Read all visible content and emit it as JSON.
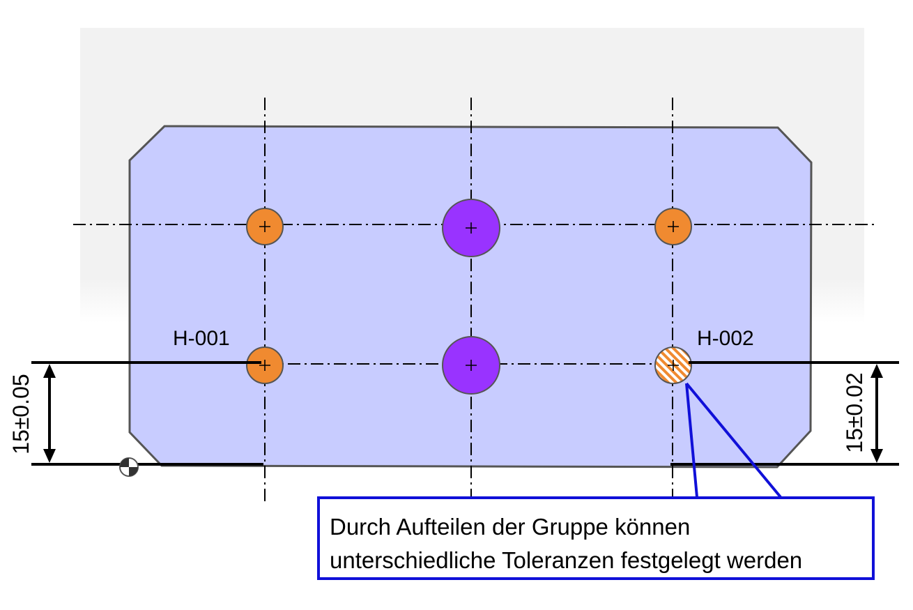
{
  "labels": {
    "hole_left": "H-001",
    "hole_right": "H-002",
    "dim_left": "15±0.05",
    "dim_right": "15±0.02"
  },
  "callout": {
    "line1": "Durch Aufteilen der Gruppe können",
    "line2": "unterschiedliche Toleranzen festgelegt werden"
  },
  "colors": {
    "plate_fill": "#c8ccff",
    "plate_stroke": "#555555",
    "hole_small": "#f08a30",
    "hole_large": "#9933ff",
    "callout_border": "#1010d8",
    "background_panel": "#f2f2f2"
  },
  "icons": [
    "datum-origin-icon",
    "arrow-up-icon",
    "arrow-down-icon"
  ]
}
